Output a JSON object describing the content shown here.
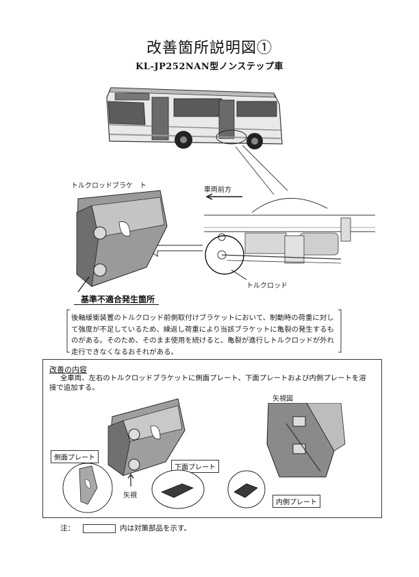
{
  "document": {
    "title": "改善箇所説明図①",
    "subtitle": "KL-JP252NAN型ノンステップ車"
  },
  "labels": {
    "bracket_title": "トルクロッドブラケ　ト",
    "direction": "車両前方",
    "torque_rod": "トルクロッド",
    "defect_location": "基準不適合発生箇所"
  },
  "description": "後軸緩衝装置のトルクロッド前側取付けブラケットにおいて、制動時の荷重に対して強度が不足しているため、繰返し荷重により当該ブラケットに亀裂の発生するものがある。そのため、そのまま使用を続けると、亀裂が進行しトルクロッドが外れ走行できなくなるおそれがある。",
  "improvement": {
    "heading": "改善の内容",
    "text": "全車両、左右のトルクロッドブラケットに側面プレート、下面プレートおよび内側プレートを溶接で追加する。",
    "view_label": "矢視図",
    "side_plate": "側面プレート",
    "bottom_plate": "下面プレート",
    "inner_plate": "内側プレート",
    "arrow_view": "矢視"
  },
  "note": {
    "prefix": "注：",
    "text": "内は対策部品を示す。"
  }
}
